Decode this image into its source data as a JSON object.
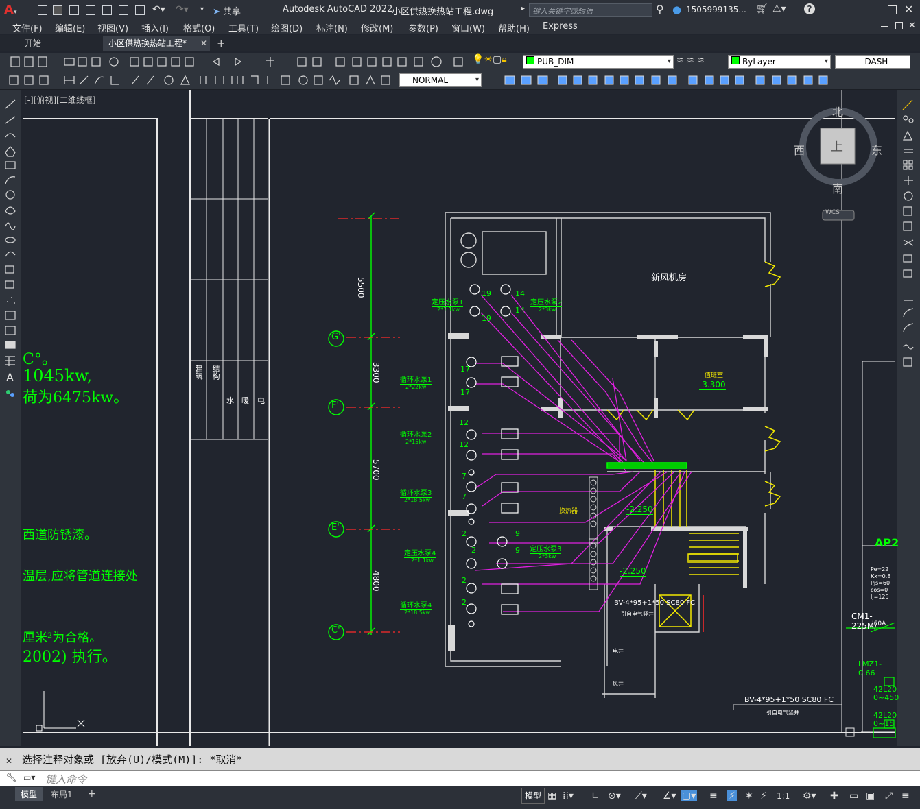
{
  "app": {
    "title": "Autodesk AutoCAD 2022",
    "file": "小区供热换热站工程.dwg",
    "search_placeholder": "键入关键字或短语",
    "user": "1505999135...",
    "share": "共享"
  },
  "menus": [
    "文件(F)",
    "编辑(E)",
    "视图(V)",
    "插入(I)",
    "格式(O)",
    "工具(T)",
    "绘图(D)",
    "标注(N)",
    "修改(M)",
    "参数(P)",
    "窗口(W)",
    "帮助(H)",
    "Express"
  ],
  "tabs": {
    "start": "开始",
    "doc": "小区供热换热站工程*"
  },
  "toolbar": {
    "dimstyle": "PUB_DIM",
    "color": "ByLayer",
    "linetype": "-------- DASH",
    "textstyle": "NORMAL"
  },
  "viewport": {
    "label": "[-][俯视][二维线框]"
  },
  "viewcube": {
    "north": "北",
    "south": "南",
    "east": "东",
    "west": "西",
    "top": "上",
    "wcs": "WCS"
  },
  "drawing": {
    "notes": [
      "C°。",
      "1045kw,",
      "荷为6475kw。",
      "西道防锈漆。",
      "温层,应将管道连接处",
      "厘米²为合格。",
      "2002) 执行。"
    ],
    "table_cols": [
      "建筑",
      "结构",
      "水",
      "暖",
      "电"
    ],
    "axis_labels": [
      "G'",
      "F'",
      "E'",
      "C'"
    ],
    "dims": [
      "5500",
      "3300",
      "5700",
      "4800"
    ],
    "room_labels": {
      "fresh_air": "新风机房",
      "control": "值班室",
      "heat_exchange": "换热器"
    },
    "elevations": [
      "-3.300",
      "-2.250",
      "-2.250"
    ],
    "pumps": [
      {
        "name": "定压水泵1",
        "spec": "2*1.1kw"
      },
      {
        "name": "定压水泵2",
        "spec": "2*3kw"
      },
      {
        "name": "循环水泵1",
        "spec": "2*22kw"
      },
      {
        "name": "循环水泵2",
        "spec": "2*15kw"
      },
      {
        "name": "循环水泵3",
        "spec": "2*18.5kw"
      },
      {
        "name": "定压水泵4",
        "spec": "2*1.1kw"
      },
      {
        "name": "定压水泵3",
        "spec": "2*3kw"
      },
      {
        "name": "循环水泵4",
        "spec": "2*18.5kw"
      }
    ],
    "pump_nums": [
      "19",
      "14",
      "19",
      "14",
      "17",
      "17",
      "12",
      "12",
      "7",
      "7",
      "2",
      "2",
      "9",
      "9",
      "2",
      "2"
    ],
    "cables": [
      "BV-4*95+1*50  SC80  FC",
      "BV-4*95+1*50  SC80  FC"
    ],
    "cable_note": "引自电气竖井",
    "panel": {
      "name": "AP2",
      "breaker": "CM1-225M/",
      "breaker2": "J60A",
      "lmz": "LMZ1-0.66",
      "vals": [
        "42L20",
        "0~450",
        "42L20",
        "0~15"
      ],
      "params": [
        "Pe=22",
        "Kx=0.8",
        "Pjs=60",
        "cos=0",
        "Ij=125"
      ]
    },
    "shaft": [
      "电井",
      "风井"
    ]
  },
  "command": {
    "history": "选择注释对象或 [放弃(U)/模式(M)]: *取消*",
    "placeholder": "键入命令"
  },
  "status": {
    "model_tab": "模型",
    "layout_tab": "布局1",
    "model_btn": "模型",
    "scale": "1:1"
  }
}
